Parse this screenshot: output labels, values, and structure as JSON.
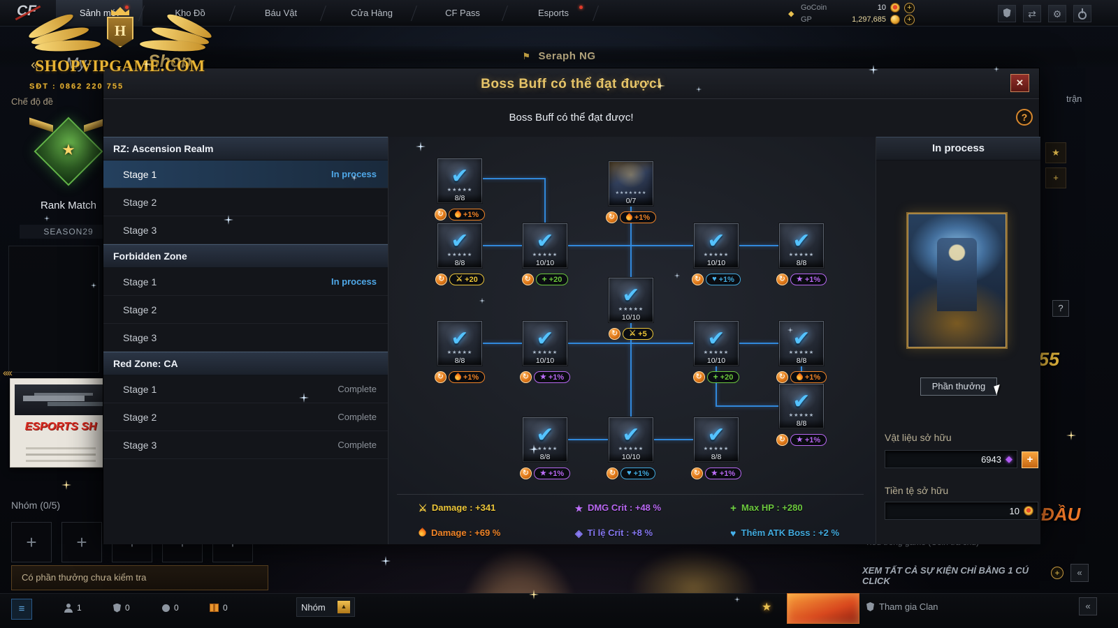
{
  "topbar": {
    "logo": "CF",
    "nav": [
      {
        "label": "Sảnh mới"
      },
      {
        "label": "Kho Đồ"
      },
      {
        "label": "Báu Vật"
      },
      {
        "label": "Cửa Hàng"
      },
      {
        "label": "CF Pass"
      },
      {
        "label": "Esports"
      }
    ],
    "gocoin_label": "GoCoin",
    "gocoin_value": "10",
    "gp_label": "GP",
    "gp_value": "1,297,685"
  },
  "watermark": {
    "monogram": "H",
    "site": "SHOPVIPGAME.COM",
    "phone": "SĐT : 0862 220 755"
  },
  "lobby": {
    "map_name": "Seraph NG",
    "back_arrows": "‹‹",
    "tab_my": "My-",
    "tab_shop": "Shop",
    "mode_label": "Chế độ đề",
    "rank_title": "Rank Match",
    "season": "SEASON29",
    "shop_arrows": "‹‹‹‹",
    "esports_banner": "ESPORTS SH",
    "party_label": "Nhóm (0/5)",
    "plus": "+",
    "reward_notice": "Có phần thưởng chưa kiểm tra",
    "counter_values": [
      "1",
      "0",
      "0",
      "0"
    ],
    "group_button": "Nhóm",
    "spend_note": "Tiêu trong game (Coin trả chủ)",
    "events_cta": "XEM TẤT CẢ SỰ KIỆN CHỈ BẰNG 1 CÚ CLICK",
    "join_clan": "Tham gia Clan",
    "banner_55": "55",
    "banner_dau": "ĐẦU",
    "match_fragment": "trận",
    "help_fragment": "?"
  },
  "modal": {
    "title": "Boss Buff có thể đạt được!",
    "subtitle": "Boss Buff có thể đạt được!",
    "close_label": "✕",
    "help_label": "?",
    "sections": [
      {
        "name": "RZ: Ascension Realm",
        "stages": [
          {
            "label": "Stage 1",
            "status": "In process"
          },
          {
            "label": "Stage 2",
            "status": ""
          },
          {
            "label": "Stage 3",
            "status": ""
          }
        ]
      },
      {
        "name": "Forbidden Zone",
        "stages": [
          {
            "label": "Stage 1",
            "status": "In process"
          },
          {
            "label": "Stage 2",
            "status": ""
          },
          {
            "label": "Stage 3",
            "status": ""
          }
        ]
      },
      {
        "name": "Red Zone: CA",
        "stages": [
          {
            "label": "Stage 1",
            "status": "Complete"
          },
          {
            "label": "Stage 2",
            "status": "Complete"
          },
          {
            "label": "Stage 3",
            "status": "Complete"
          }
        ]
      }
    ],
    "nodes": [
      {
        "progress": "8/8",
        "buff": "+1%",
        "icon": "flame",
        "color": "#f08428"
      },
      {
        "progress": "0/7",
        "buff": "+1%",
        "icon": "flame",
        "color": "#f08428"
      },
      {
        "progress": "8/8",
        "buff": "+20",
        "icon": "sword",
        "color": "#ecc63a"
      },
      {
        "progress": "10/10",
        "buff": "+20",
        "icon": "hp",
        "color": "#6cc83e"
      },
      {
        "progress": "10/10",
        "buff": "+1%",
        "icon": "atkboss",
        "color": "#42aade"
      },
      {
        "progress": "8/8",
        "buff": "+1%",
        "icon": "crit",
        "color": "#b868f2"
      },
      {
        "progress": "10/10",
        "buff": "+5",
        "icon": "sword",
        "color": "#ecc63a"
      },
      {
        "progress": "8/8",
        "buff": "+1%",
        "icon": "flame",
        "color": "#f08428"
      },
      {
        "progress": "10/10",
        "buff": "+1%",
        "icon": "crit",
        "color": "#b868f2"
      },
      {
        "progress": "10/10",
        "buff": "+20",
        "icon": "hp",
        "color": "#6cc83e"
      },
      {
        "progress": "8/8",
        "buff": "+1%",
        "icon": "flame",
        "color": "#f08428"
      },
      {
        "progress": "8/8",
        "buff": "+1%",
        "icon": "crit",
        "color": "#b868f2"
      },
      {
        "progress": "8/8",
        "buff": "+1%",
        "icon": "crit",
        "color": "#b868f2"
      },
      {
        "progress": "10/10",
        "buff": "+1%",
        "icon": "atkboss",
        "color": "#42aade"
      },
      {
        "progress": "8/8",
        "buff": "+1%",
        "icon": "crit",
        "color": "#b868f2"
      }
    ],
    "legend": [
      {
        "label": "Damage : +341",
        "icon": "sword",
        "color": "#ecc63a"
      },
      {
        "label": "Damage : +69 %",
        "icon": "flame",
        "color": "#f08428"
      },
      {
        "label": "DMG Crit : +48 %",
        "icon": "crit",
        "color": "#b868f2"
      },
      {
        "label": "Tỉ lệ Crit : +8 %",
        "icon": "critrate",
        "color": "#8678f2"
      },
      {
        "label": "Max HP : +280",
        "icon": "hp",
        "color": "#6cc83e"
      },
      {
        "label": "Thêm ATK Boss : +2 %",
        "icon": "atkboss",
        "color": "#42aade"
      }
    ],
    "panel": {
      "status": "In process",
      "reward_button": "Phần thưởng",
      "material_label": "Vật liệu sở hữu",
      "material_value": "6943",
      "currency_label": "Tiền tệ sở hữu",
      "currency_value": "10"
    }
  }
}
